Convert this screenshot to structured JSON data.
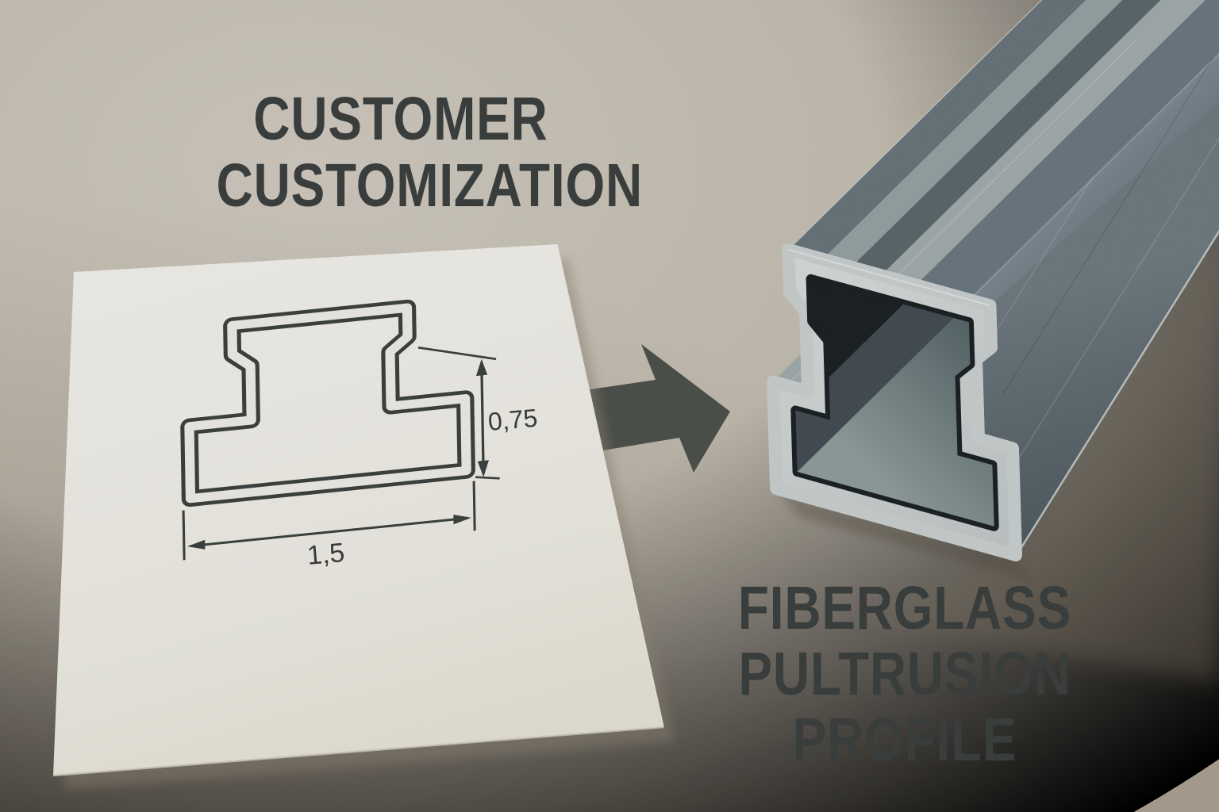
{
  "scene_type": "pultrusion-process-infographic",
  "heading_left": {
    "line1": "CUSTOMER",
    "line2": "CUSTOMIZATION"
  },
  "heading_right": {
    "line1": "FIBERGLASS",
    "line2": "PULTRUSION",
    "line3": "PROFILE"
  },
  "technical_drawing": {
    "width_dimension": "1,5",
    "height_dimension": "0,75"
  },
  "icons": {
    "process_arrow": "arrow-right-icon"
  },
  "colors": {
    "background": "#c6bfb3",
    "heading_ink": "#393d3c",
    "drawing_ink": "#3e4340",
    "arrow_fill": "#4f534d",
    "paper": "#f2f0e9",
    "profile_top_face": "#7e8a91",
    "profile_side_face": "#5c676d",
    "profile_cut_face": "#ced3d2",
    "profile_cavity": "#1d2326"
  }
}
